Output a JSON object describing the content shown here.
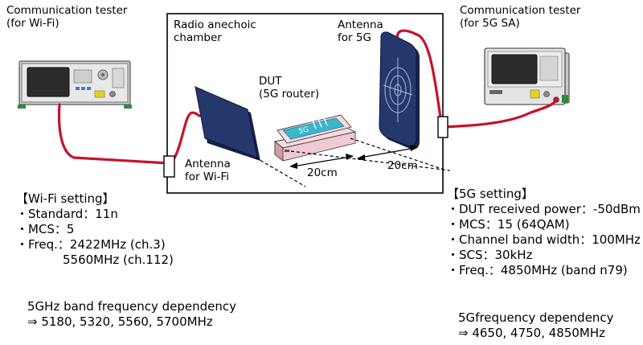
{
  "wifi_tester": {
    "line1": "Communication tester",
    "line2": "(for Wi-Fi)"
  },
  "sa_tester": {
    "line1": "Communication tester",
    "line2": "(for 5G SA)"
  },
  "chamber": {
    "line1": "Radio anechoic",
    "line2": "chamber"
  },
  "antenna_5g": {
    "line1": "Antenna",
    "line2": "for 5G"
  },
  "antenna_wifi": {
    "line1": "Antenna",
    "line2": "for Wi-Fi"
  },
  "dut": {
    "line1": "DUT",
    "line2": "(5G router)",
    "screen_text": "5G"
  },
  "distances": {
    "left": "20cm",
    "right": "20cm"
  },
  "wifi_setting": {
    "title": "【Wi-Fi setting】",
    "items": [
      "・Standard：11n",
      "・MCS：5",
      "・Freq.：2422MHz (ch.3)"
    ],
    "freq_cont": "5560MHz (ch.112)",
    "dep_title": "5GHz band frequency dependency",
    "dep_values": "⇒ 5180, 5320, 5560, 5700MHz"
  },
  "g5_setting": {
    "title": "【5G setting】",
    "items": [
      "・DUT received power：-50dBm",
      "・MCS：15 (64QAM)",
      "・Channel band width：100MHz",
      "・SCS：30kHz",
      "・Freq.：4850MHz (band n79)"
    ],
    "dep_title": "5Gfrequency dependency",
    "dep_values": "⇒ 4650, 4750, 4850MHz"
  },
  "colors": {
    "cable": "#c8102e",
    "antenna": "#25386e",
    "antenna_dark": "#15234b",
    "tester_body": "#e4e4e4",
    "tester_screen": "#2b2b2b",
    "router_body": "#f6dbe0",
    "router_screen": "#3ab7cc"
  }
}
